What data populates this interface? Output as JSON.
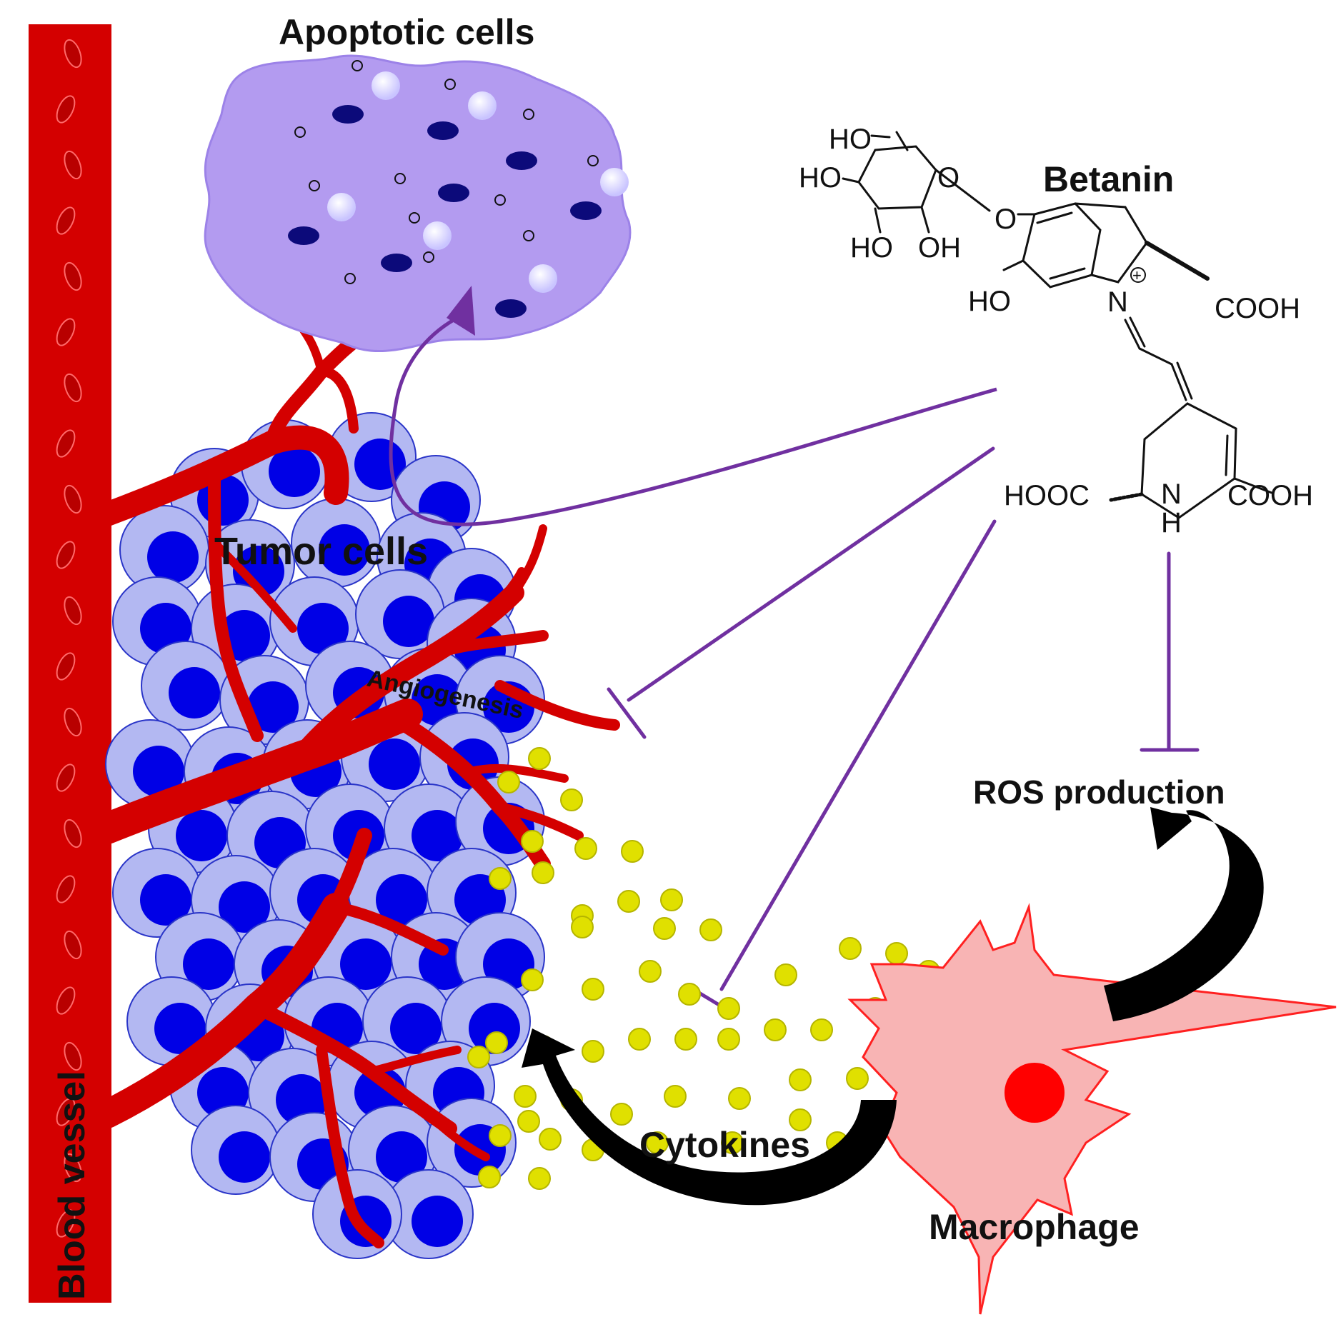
{
  "labels": {
    "apoptotic": "Apoptotic cells",
    "betanin": "Betanin",
    "tumor": "Tumor cells",
    "angiogenesis": "Angiogenesis",
    "ros": "ROS production",
    "cytokines": "Cytokines",
    "macrophage": "Macrophage",
    "blood_vessel": "Blood vessel"
  },
  "chem": {
    "ho1": "HO",
    "ho2": "HO",
    "o_ring": "O",
    "o_link": "O",
    "ho3": "HO",
    "oh4": "OH",
    "ho5": "HO",
    "n_plus": "N",
    "plus": "+",
    "cooh1": "COOH",
    "hooc": "HOOC",
    "nh": "N",
    "h": "H",
    "cooh2": "COOH"
  },
  "colors": {
    "vessel": "#d40000",
    "cell_fill": "#b3b8f2",
    "cell_nucleus": "#0000e6",
    "apoptotic": "#b39bf0",
    "inhibit_line": "#7030a0",
    "cytokine": "#e0e000",
    "macrophage": "#f8b4b4",
    "macrophage_nucleus": "#ff0000",
    "arrow": "#000000"
  }
}
